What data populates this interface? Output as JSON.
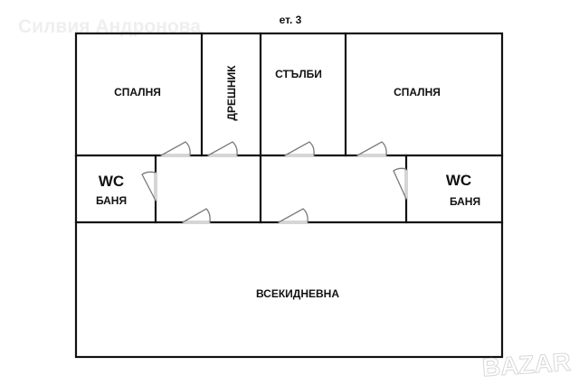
{
  "header": {
    "floor_label": "ет. 3"
  },
  "watermarks": {
    "author": "Силвия Андронова",
    "site": "BAZAR"
  },
  "rooms": {
    "bedroom_left": "СПАЛНЯ",
    "wardrobe": "ДРЕШНИК",
    "stairs": "СТЪЛБИ",
    "bedroom_right": "СПАЛНЯ",
    "wc_left": "WC",
    "bath_left": "БАНЯ",
    "wc_right": "WC",
    "bath_right": "БАНЯ",
    "living_room": "ВСЕКИДНЕВНА"
  },
  "colors": {
    "wall": "#111111",
    "door": "#7a7a7a",
    "watermark": "#efefef"
  }
}
